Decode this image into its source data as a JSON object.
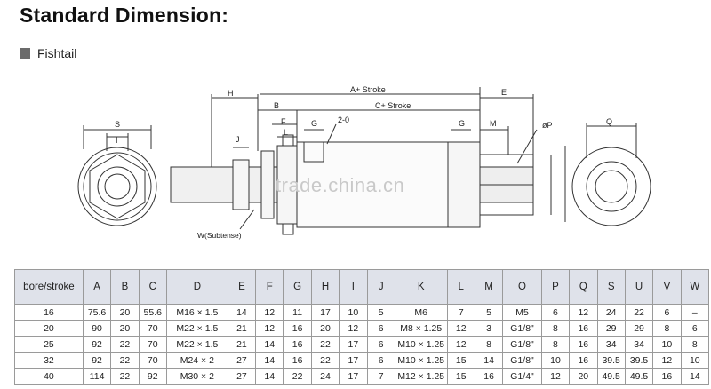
{
  "page": {
    "title": "Standard Dimension:"
  },
  "section": {
    "label": "Fishtail",
    "marker_color": "#6b6b6b"
  },
  "drawing": {
    "labels": {
      "H": "H",
      "B": "B",
      "F": "F",
      "L": "L",
      "J": "J",
      "G_left": "G",
      "G_right": "G",
      "two_o": "2-0",
      "A_stroke": "A+ Stroke",
      "C_stroke": "C+ Stroke",
      "E": "E",
      "M": "M",
      "phiP": "øP",
      "S": "S",
      "I": "I",
      "Q": "Q",
      "W": "W(Subtense)"
    },
    "watermark": "trade.china.cn"
  },
  "table": {
    "header_bg": "#dfe2ea",
    "columns": [
      "bore/stroke",
      "A",
      "B",
      "C",
      "D",
      "E",
      "F",
      "G",
      "H",
      "I",
      "J",
      "K",
      "L",
      "M",
      "O",
      "P",
      "Q",
      "S",
      "U",
      "V",
      "W"
    ],
    "rows": [
      [
        "16",
        "75.6",
        "20",
        "55.6",
        "M16 × 1.5",
        "14",
        "12",
        "11",
        "17",
        "10",
        "5",
        "M6",
        "7",
        "5",
        "M5",
        "6",
        "12",
        "24",
        "22",
        "6",
        "–"
      ],
      [
        "20",
        "90",
        "20",
        "70",
        "M22 × 1.5",
        "21",
        "12",
        "16",
        "20",
        "12",
        "6",
        "M8 × 1.25",
        "12",
        "3",
        "G1/8\"",
        "8",
        "16",
        "29",
        "29",
        "8",
        "6"
      ],
      [
        "25",
        "92",
        "22",
        "70",
        "M22 × 1.5",
        "21",
        "14",
        "16",
        "22",
        "17",
        "6",
        "M10 × 1.25",
        "12",
        "8",
        "G1/8\"",
        "8",
        "16",
        "34",
        "34",
        "10",
        "8"
      ],
      [
        "32",
        "92",
        "22",
        "70",
        "M24 × 2",
        "27",
        "14",
        "16",
        "22",
        "17",
        "6",
        "M10 × 1.25",
        "15",
        "14",
        "G1/8\"",
        "10",
        "16",
        "39.5",
        "39.5",
        "12",
        "10"
      ],
      [
        "40",
        "114",
        "22",
        "92",
        "M30 × 2",
        "27",
        "14",
        "22",
        "24",
        "17",
        "7",
        "M12 × 1.25",
        "15",
        "16",
        "G1/4\"",
        "12",
        "20",
        "49.5",
        "49.5",
        "16",
        "14"
      ]
    ]
  }
}
